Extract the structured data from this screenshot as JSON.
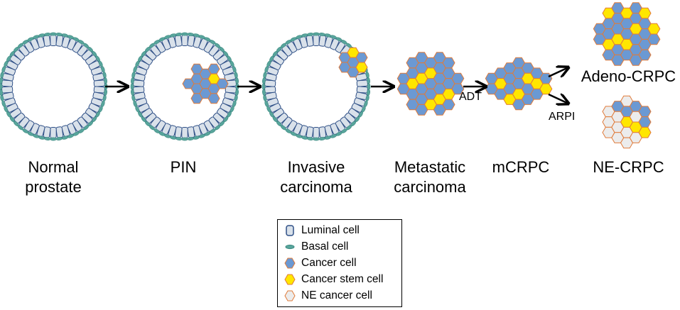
{
  "stages": [
    {
      "label_line1": "Normal",
      "label_line2": "prostate"
    },
    {
      "label_line1": "PIN",
      "label_line2": ""
    },
    {
      "label_line1": "Invasive",
      "label_line2": "carcinoma"
    },
    {
      "label_line1": "Metastatic",
      "label_line2": "carcinoma"
    },
    {
      "label_line1": "mCRPC",
      "label_line2": ""
    }
  ],
  "outcomes": {
    "adeno": "Adeno-CRPC",
    "ne": "NE-CRPC"
  },
  "treatments": {
    "adt": "ADT",
    "arpi": "ARPI"
  },
  "legend": {
    "items": [
      {
        "label": "Luminal cell",
        "icon": "luminal-cell"
      },
      {
        "label": "Basal cell",
        "icon": "basal-cell"
      },
      {
        "label": "Cancer cell",
        "icon": "cancer-cell"
      },
      {
        "label": "Cancer stem cell",
        "icon": "cancer-stem-cell"
      },
      {
        "label": "NE cancer cell",
        "icon": "ne-cancer-cell"
      }
    ]
  },
  "colors": {
    "luminal_fill": "#d9e1ea",
    "luminal_stroke": "#2e4f86",
    "basal": "#58a59c",
    "cancer_fill": "#6b99d3",
    "cancer_stroke": "#e07b3a",
    "stem_fill": "#ffe600",
    "ne_fill": "#ececec"
  }
}
